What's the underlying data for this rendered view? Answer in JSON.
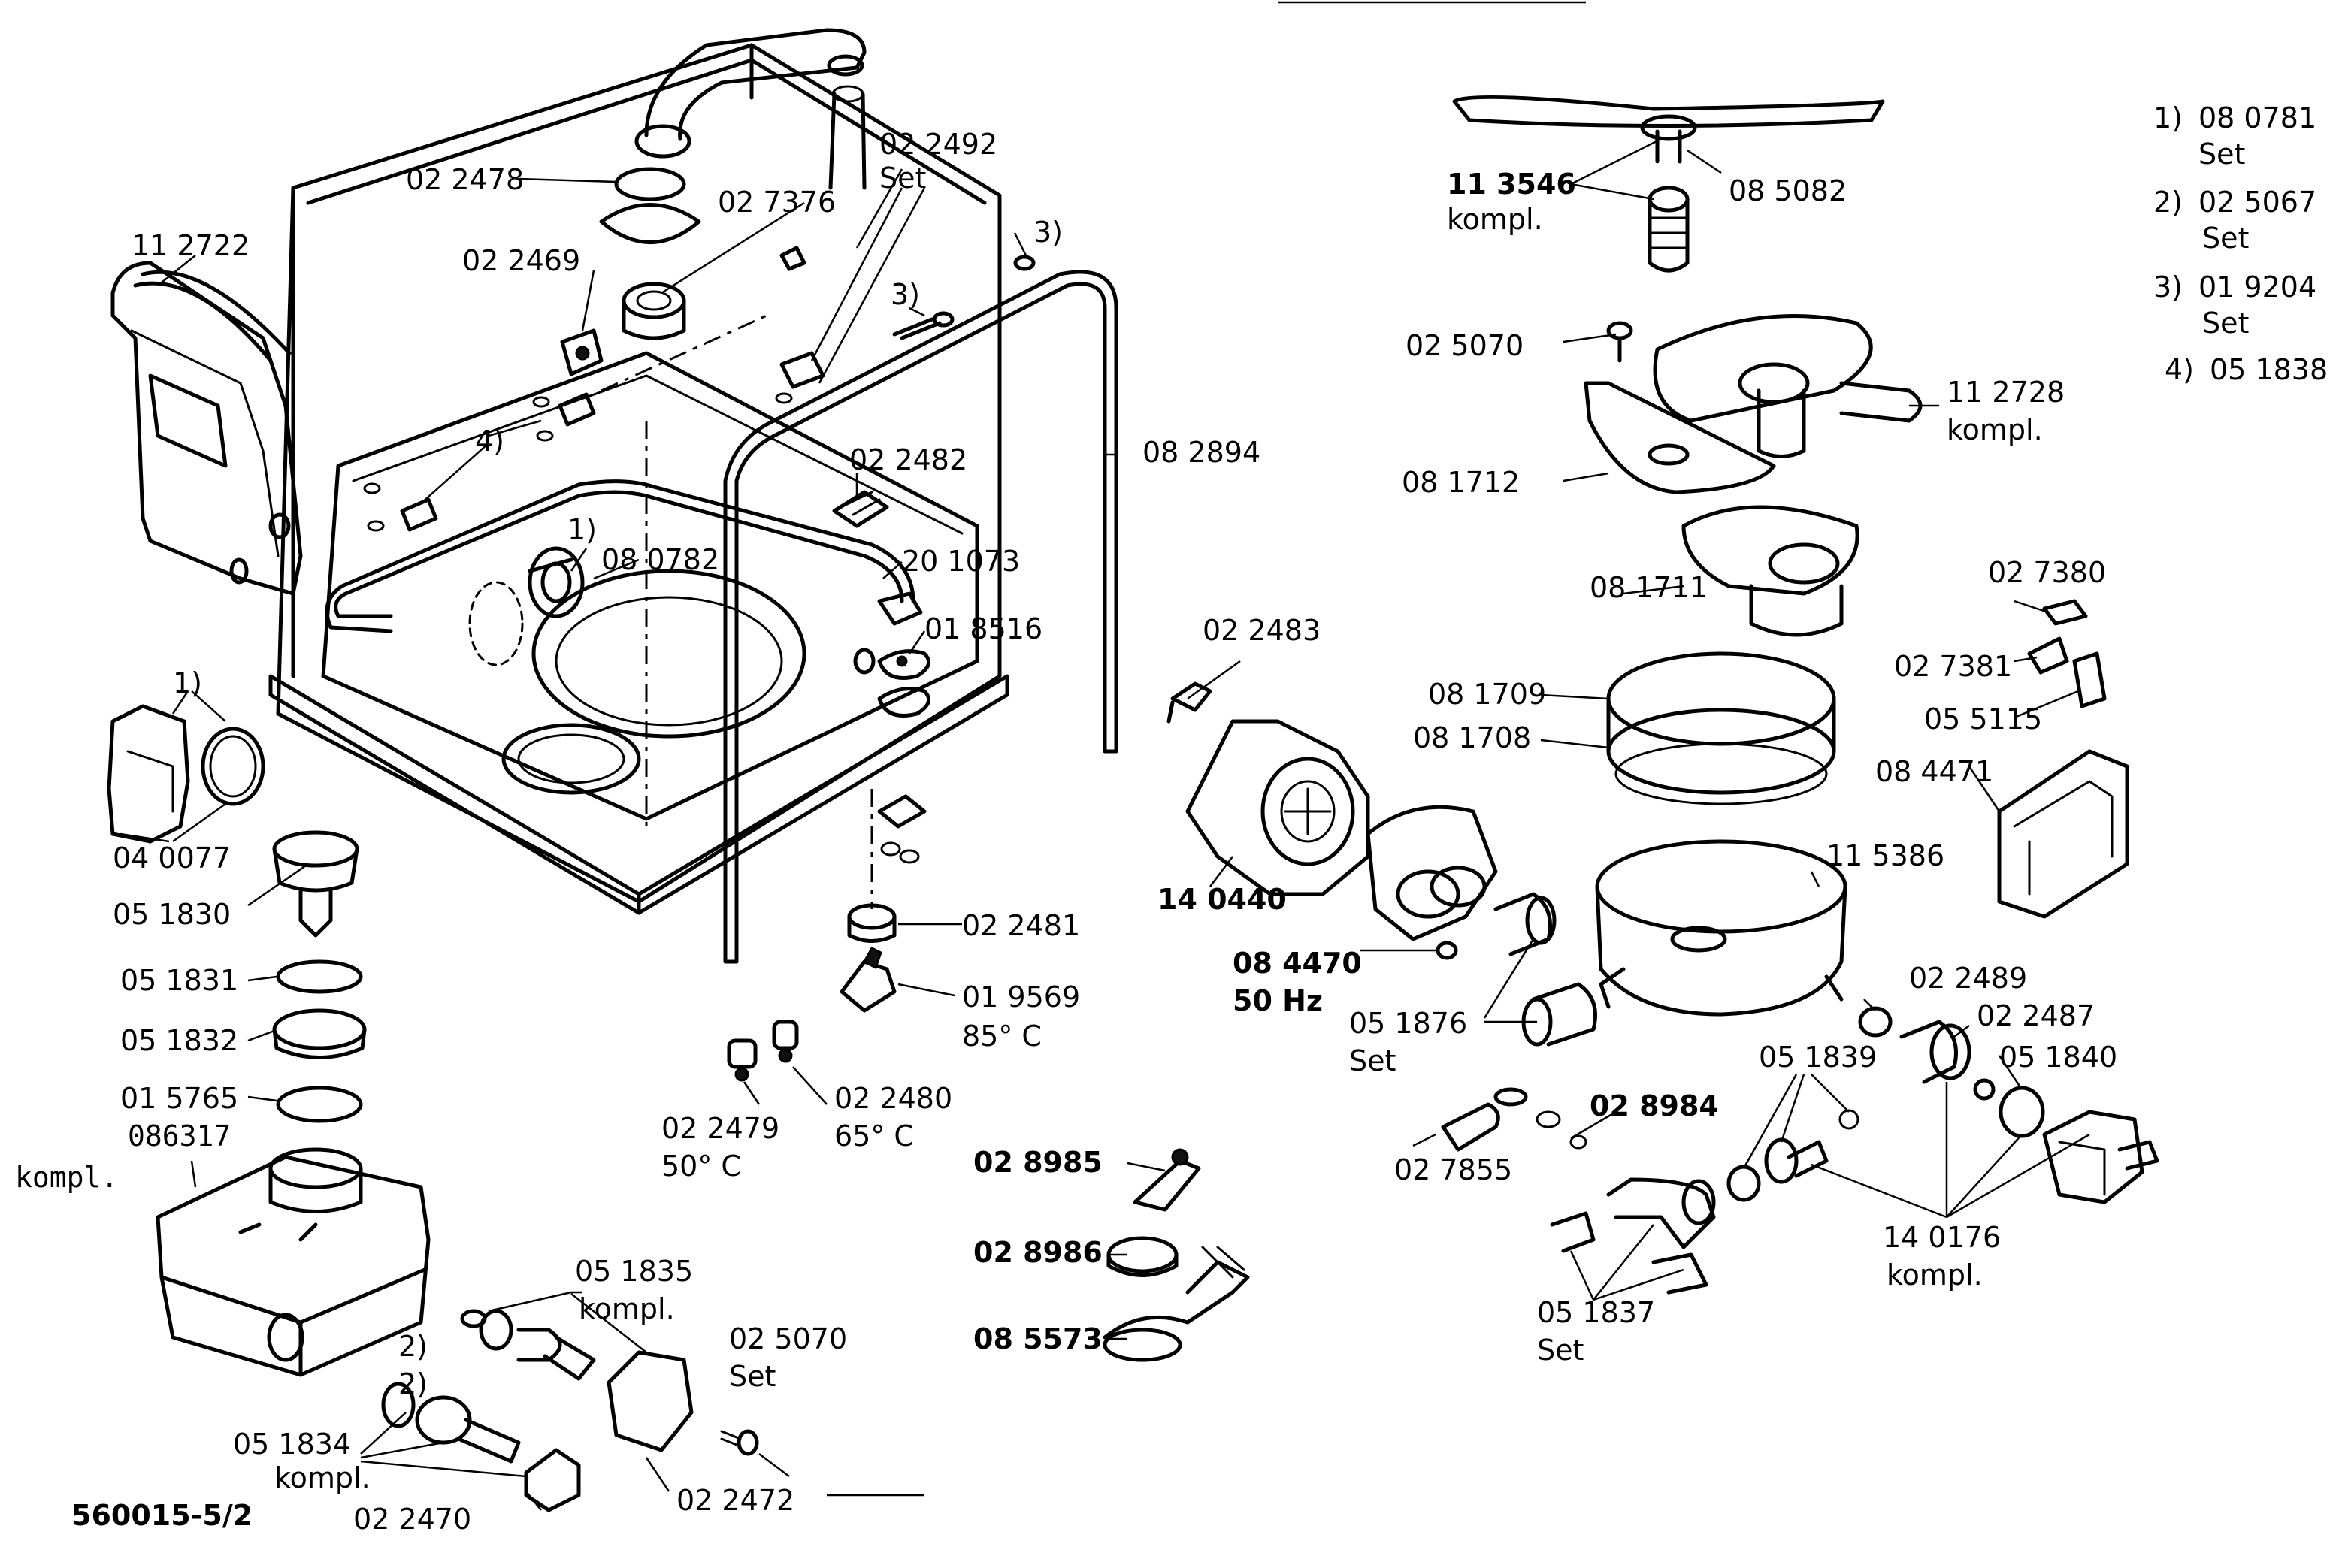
{
  "diagram": {
    "drawing_number": "560015-5/2",
    "legend": [
      {
        "num": "1)",
        "code": "08 0781",
        "note": "Set"
      },
      {
        "num": "2)",
        "code": "02 5067",
        "note": "Set"
      },
      {
        "num": "3)",
        "code": "01 9204",
        "note": "Set"
      },
      {
        "num": "4)",
        "code": "05 1838",
        "note": ""
      }
    ],
    "labels": {
      "l_112722": "11 2722",
      "l_022478": "02 2478",
      "l_022492": "02 2492",
      "l_022492_set": "Set",
      "l_027376": "02 7376",
      "l_022469": "02 2469",
      "l_ref3a": "3)",
      "l_ref3b": "3)",
      "l_ref4": "4)",
      "l_022482": "02 2482",
      "l_082894": "08 2894",
      "l_ref1a": "1)",
      "l_080782": "08 0782",
      "l_201073": "20 1073",
      "l_018516": "01 8516",
      "l_ref1b": "1)",
      "l_040077": "04 0077",
      "l_051830": "05 1830",
      "l_051831": "05 1831",
      "l_051832": "05 1832",
      "l_015765": "01 5765",
      "l_086317": "086317",
      "l_086317_k": "kompl.",
      "l_022481": "02 2481",
      "l_019569": "01 9569",
      "l_019569_t": "85° C",
      "l_022479": "02 2479",
      "l_022479_t": "50° C",
      "l_022480": "02 2480",
      "l_022480_t": "65° C",
      "l_051835": "05 1835",
      "l_051835_k": "kompl.",
      "l_ref2a": "2)",
      "l_ref2b": "2)",
      "l_025070b": "02 5070",
      "l_025070b_set": "Set",
      "l_051834": "05 1834",
      "l_051834_k": "kompl.",
      "l_022472": "02 2472",
      "l_022470": "02 2470",
      "l_113546": "11 3546",
      "l_113546_k": "kompl.",
      "l_085082": "08 5082",
      "l_025070a": "02 5070",
      "l_112728": "11 2728",
      "l_112728_k": "kompl.",
      "l_081712": "08 1712",
      "l_081711": "08 1711",
      "l_027380": "02 7380",
      "l_027381": "02 7381",
      "l_055115": "05 5115",
      "l_022483": "02 2483",
      "l_081709": "08 1709",
      "l_081708": "08 1708",
      "l_084471": "08 4471",
      "l_115386": "11 5386",
      "l_140440": "14 0440",
      "l_084470": "08 4470",
      "l_084470_hz": "50 Hz",
      "l_051876": "05 1876",
      "l_051876_set": "Set",
      "l_022489": "02 2489",
      "l_022487": "02 2487",
      "l_051839": "05 1839",
      "l_051840": "05 1840",
      "l_028984": "02 8984",
      "l_027855": "02 7855",
      "l_140176": "14 0176",
      "l_140176_k": "kompl.",
      "l_051837": "05 1837",
      "l_051837_set": "Set",
      "l_028985": "02 8985",
      "l_028986": "02 8986",
      "l_085573": "08 5573"
    }
  }
}
